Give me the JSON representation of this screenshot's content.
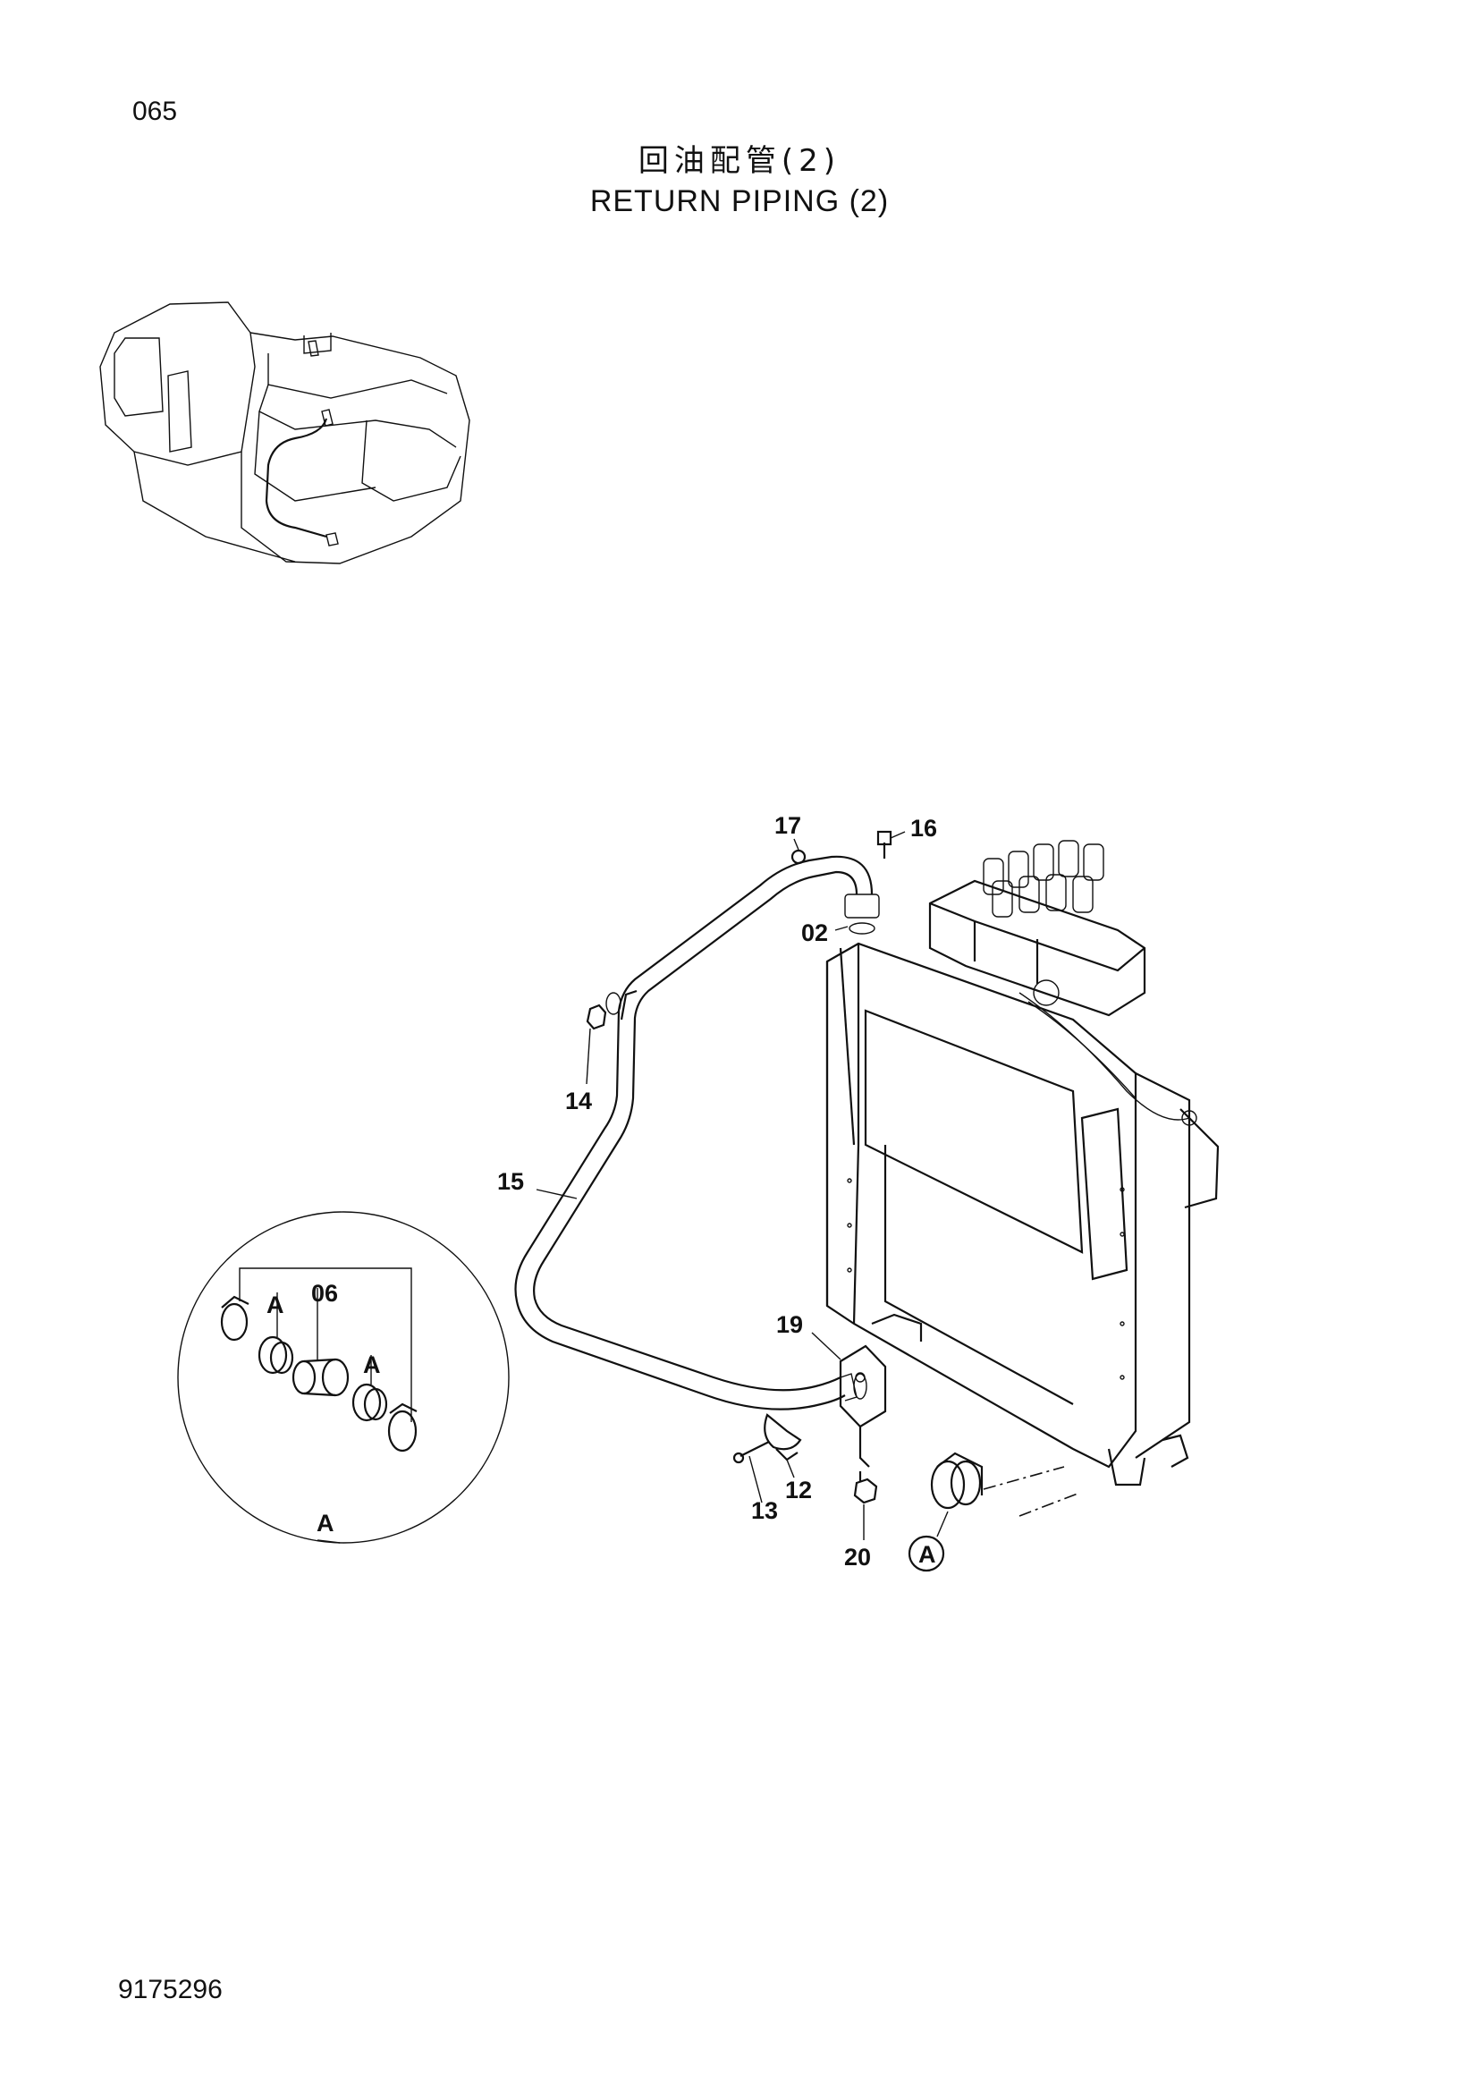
{
  "header": {
    "page_code": "065",
    "title_cn": "回油配管(2)",
    "title_en": "RETURN PIPING (2)"
  },
  "footer": {
    "doc_number": "9175296"
  },
  "diagram": {
    "callouts": {
      "p17": "17",
      "p16": "16",
      "p02": "02",
      "p14": "14",
      "p15": "15",
      "p19": "19",
      "p12": "12",
      "p13": "13",
      "p20": "20",
      "p06": "06"
    },
    "detail": {
      "ref_a1": "A",
      "ref_a2": "A",
      "caption": "A",
      "marker": "A"
    }
  }
}
